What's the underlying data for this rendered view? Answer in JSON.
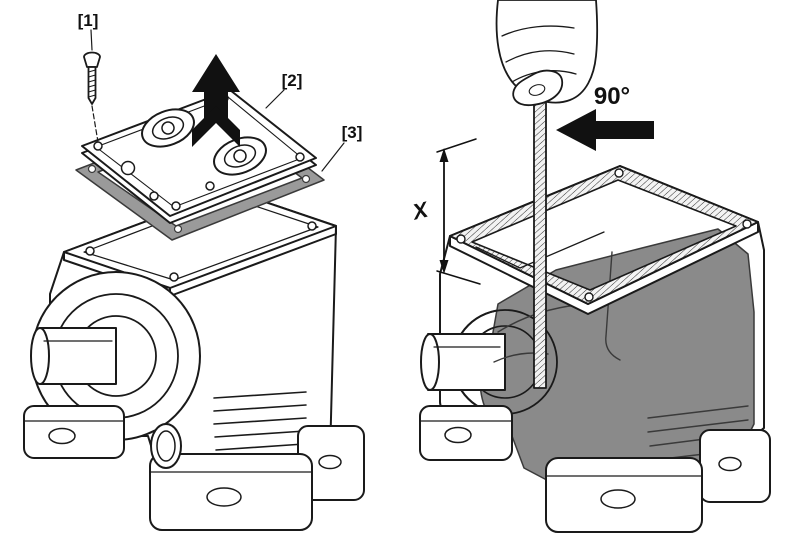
{
  "figure": {
    "panels": {
      "left": {
        "labels": {
          "screw": "[1]",
          "cover": "[2]",
          "gasket": "[3]"
        }
      },
      "right": {
        "angle_label": "90°",
        "dimension_label": "X"
      }
    },
    "colors": {
      "line": "#1a1a1a",
      "gasket_gray": "#9a9a9a",
      "interior_gray": "#8a8a8a",
      "annotation_black": "#111111"
    },
    "icons": {
      "removal_direction": "up-arrow-icon",
      "pressing_direction": "left-arrow-icon"
    }
  }
}
